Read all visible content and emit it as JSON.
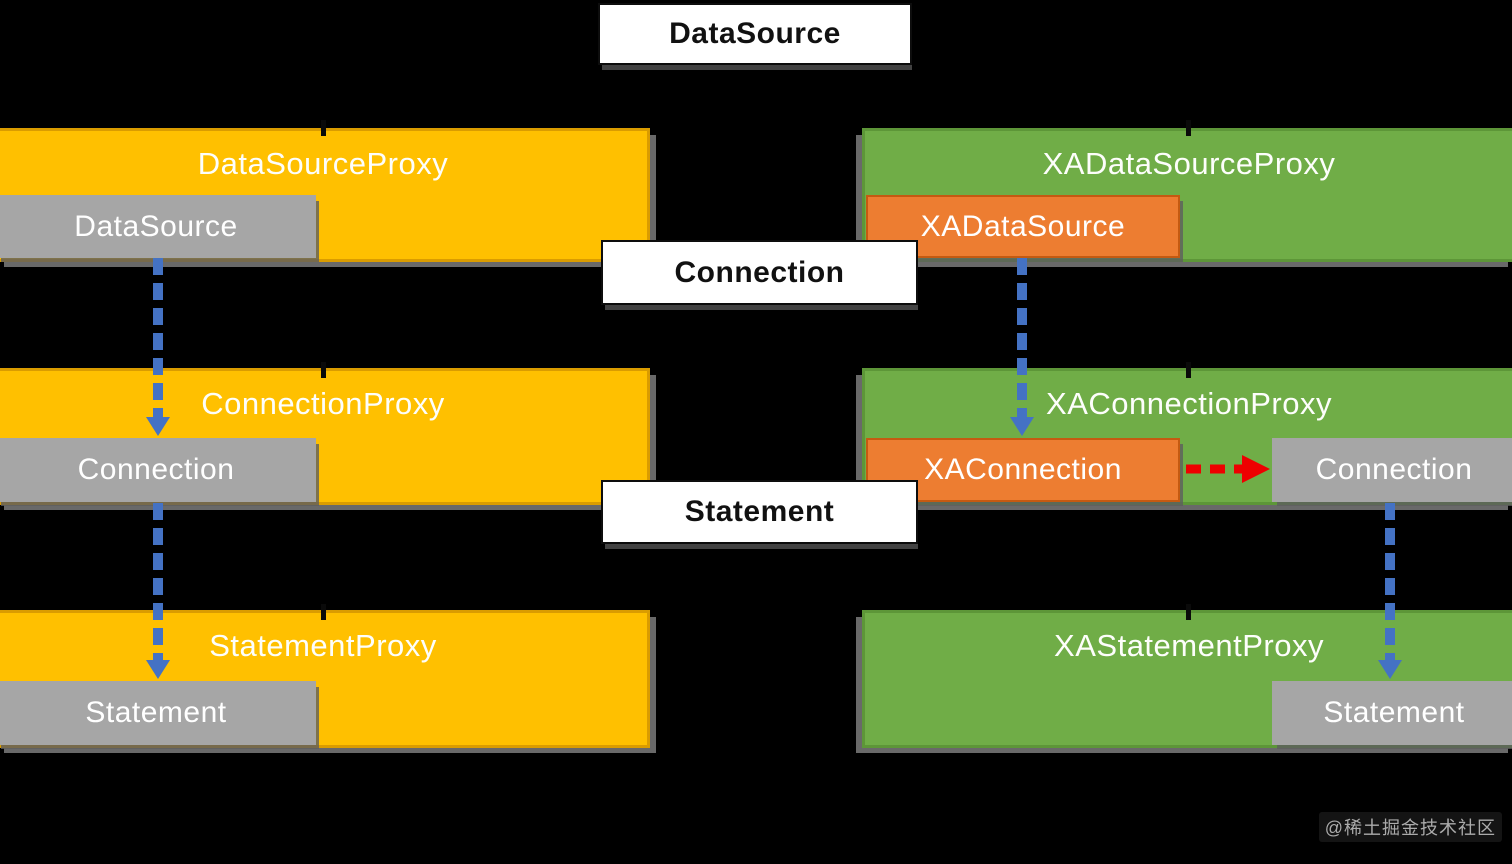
{
  "diagram": {
    "title_box": {
      "label": "DataSource"
    },
    "center_boxes": {
      "connection": {
        "label": "Connection"
      },
      "statement": {
        "label": "Statement"
      }
    },
    "left_column": {
      "rows": [
        {
          "proxy_label": "DataSourceProxy",
          "inner_label": "DataSource"
        },
        {
          "proxy_label": "ConnectionProxy",
          "inner_label": "Connection"
        },
        {
          "proxy_label": "StatementProxy",
          "inner_label": "Statement"
        }
      ]
    },
    "right_column": {
      "rows": [
        {
          "proxy_label": "XADataSourceProxy",
          "inner_label": "XADataSource"
        },
        {
          "proxy_label": "XAConnectionProxy",
          "inner_label": "XAConnection",
          "secondary_label": "Connection"
        },
        {
          "proxy_label": "XAStatementProxy",
          "secondary_label": "Statement"
        }
      ]
    },
    "colors": {
      "background": "#000000",
      "left_proxy_fill": "#FFC000",
      "right_proxy_fill": "#70AD47",
      "inner_gray_fill": "#A6A6A6",
      "inner_orange_fill": "#ED7D31",
      "white_box_fill": "#FFFFFF",
      "arrow_blue": "#4472C4",
      "arrow_red": "#EE0000"
    },
    "watermark": "@稀土掘金技术社区"
  }
}
